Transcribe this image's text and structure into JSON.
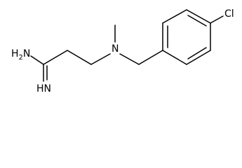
{
  "molecule": {
    "atoms": {
      "amine": "H2N",
      "imine": "HN",
      "nitrogen": "N",
      "methyl": "",
      "chlorine": "Cl"
    },
    "colors": {
      "bond": "#000000",
      "label": "#000000",
      "background": "#ffffff"
    }
  }
}
